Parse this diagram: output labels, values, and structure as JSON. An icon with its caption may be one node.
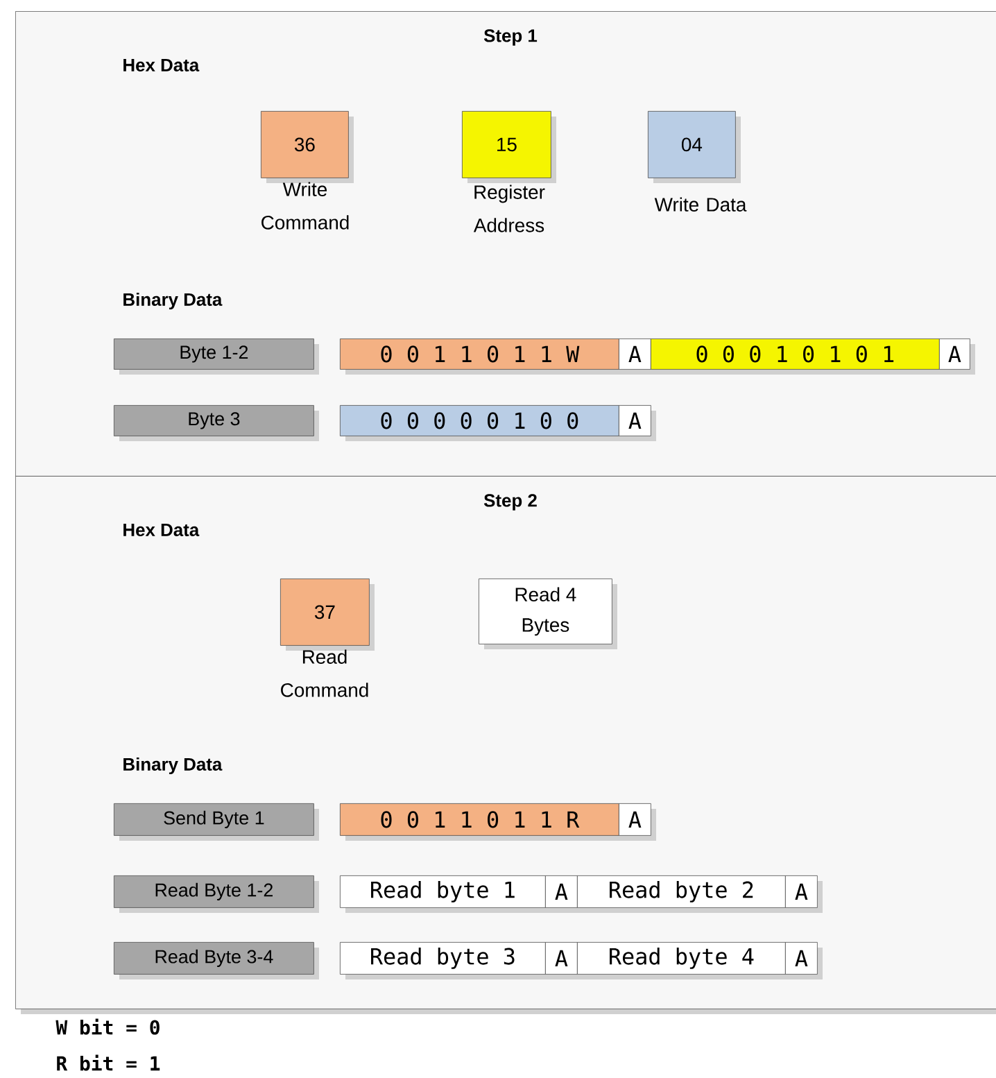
{
  "diagram": {
    "nodes": [
      {
        "text": [
          "Step 1",
          "Hex Data",
          "Binary Data"
        ]
      },
      {
        "text": [
          "36"
        ],
        "beside": [
          "Write Command"
        ],
        "in": 0
      },
      {
        "text": [
          "15"
        ],
        "beside": [
          "Register Address"
        ],
        "in": 0
      },
      {
        "text": [
          "04"
        ],
        "beside": [
          "Write Data"
        ],
        "in": 0
      },
      {
        "text": [
          "Byte 1-2"
        ],
        "in": 0
      },
      {
        "text": [
          "0 0 1 1 0 1 1 W"
        ],
        "in": 0
      },
      {
        "text": [
          "A"
        ],
        "in": 0
      },
      {
        "text": [
          "0 0 0 1 0 1 0 1"
        ],
        "in": 0
      },
      {
        "text": [
          "A"
        ],
        "in": 0
      },
      {
        "text": [
          "Byte 3"
        ],
        "in": 0
      },
      {
        "text": [
          "0 0 0 0 0 1 0 0"
        ],
        "in": 0
      },
      {
        "text": [
          "A"
        ],
        "in": 0
      },
      {
        "text": [
          "Step 2",
          "Hex Data",
          "Binary Data"
        ]
      },
      {
        "text": [
          "37"
        ],
        "beside": [
          "Read Command"
        ],
        "in": 12
      },
      {
        "text": [
          "Read 4 Bytes"
        ],
        "in": 12
      },
      {
        "text": [
          "Send Byte 1"
        ],
        "in": 12
      },
      {
        "text": [
          "0 0 1 1 0 1 1 R"
        ],
        "in": 12
      },
      {
        "text": [
          "A"
        ],
        "in": 12
      },
      {
        "text": [
          "Read Byte 1-2"
        ],
        "in": 12
      },
      {
        "text": [
          "Read byte 1"
        ],
        "in": 12
      },
      {
        "text": [
          "A"
        ],
        "in": 12
      },
      {
        "text": [
          "Read byte 2"
        ],
        "in": 12
      },
      {
        "text": [
          "A"
        ],
        "in": 12
      },
      {
        "text": [
          "Read Byte 3-4"
        ],
        "in": 12
      },
      {
        "text": [
          "Read byte 3"
        ],
        "in": 12
      },
      {
        "text": [
          "A"
        ],
        "in": 12
      },
      {
        "text": [
          "Read byte 4"
        ],
        "in": 12
      },
      {
        "text": [
          "A"
        ],
        "in": 12
      }
    ],
    "labels": [
      "W bit = 0",
      "R bit = 1"
    ]
  }
}
